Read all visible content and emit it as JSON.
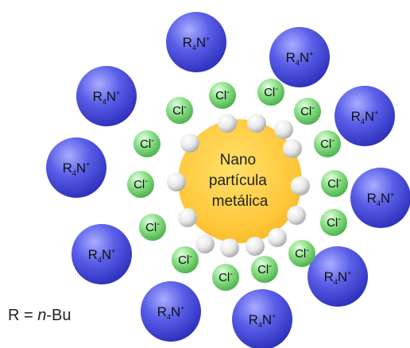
{
  "particle": {
    "label_lines": [
      "Nano",
      "partícula",
      "metálica"
    ]
  },
  "cation": {
    "r": "R",
    "sub": "4",
    "n": "N",
    "sup": "+"
  },
  "anion": {
    "text": "Cl",
    "sup": "-"
  },
  "legend": {
    "prefix": "R = ",
    "italic": "n",
    "suffix": "-Bu"
  },
  "colors": {
    "cation": "#4b4fd6",
    "anion": "#7fd07f",
    "particle": "#ffc83a",
    "stabilizer": "#e6e6e6"
  }
}
